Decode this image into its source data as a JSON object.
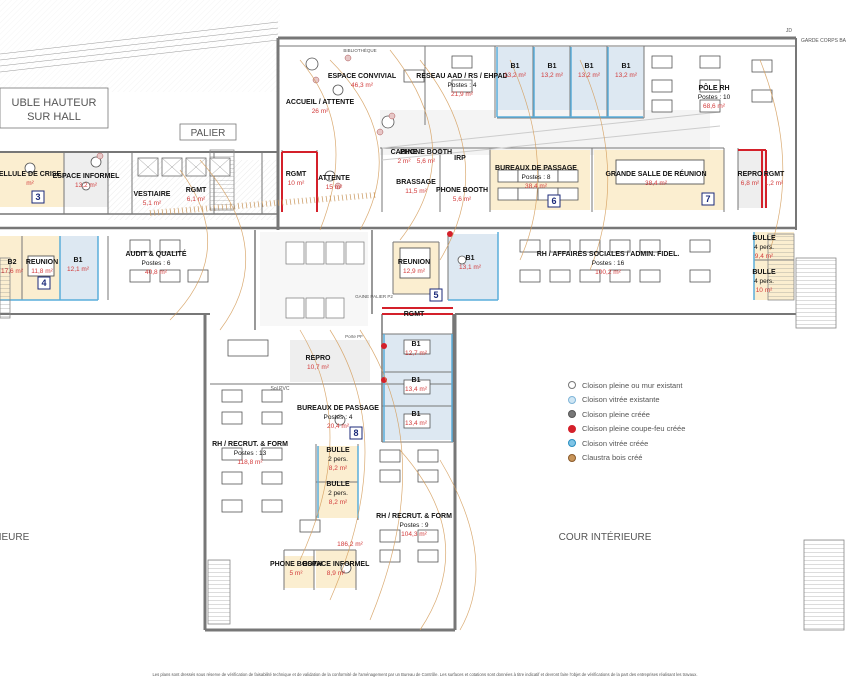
{
  "colors": {
    "room_yellow": "#fbeed0",
    "room_blue": "#dde8f2",
    "room_grey": "#eeeeee",
    "wall": "#777777",
    "glass": "#9cc6e0",
    "fire_wall": "#d4202a",
    "area_text": "#d23a3a",
    "label_text": "#111111",
    "muted_text": "#555555",
    "arc": "#d39c5a",
    "timber": "#c8955a"
  },
  "context_labels": {
    "double_height_line1": "UBLE HAUTEUR",
    "double_height_line2": "SUR HALL",
    "palier": "PALIER",
    "cour_left": "IEURE",
    "cour_right": "COUR INTÉRIEURE",
    "top_right": "JD",
    "top_right_rail": "GARDE CORPS BA",
    "bibliotheque": "BIBLIOTHÈQUE",
    "sol_pvc": "Sol PVC",
    "gaine": "GAINE PALIER P2",
    "fire_door_note": "Porte PF"
  },
  "rooms": [
    {
      "id": "espace-convivial",
      "name": "ESPACE CONVIVIAL",
      "area": "46,3 m²"
    },
    {
      "id": "accueil",
      "name": "ACCUEIL / ATTENTE",
      "area": "26 m²"
    },
    {
      "id": "reseau-aad",
      "name": "RESEAU AAD / RS / EHPAD",
      "posts": "Postes : 4",
      "area": "21,9 m²"
    },
    {
      "id": "b1-top-1",
      "name": "B1",
      "area": "13,2 m²"
    },
    {
      "id": "b1-top-2",
      "name": "B1",
      "area": "13,2 m²"
    },
    {
      "id": "b1-top-3",
      "name": "B1",
      "area": "13,2 m²"
    },
    {
      "id": "b1-top-4",
      "name": "B1",
      "area": "13,2 m²"
    },
    {
      "id": "pole-rh",
      "name": "PÔLE RH",
      "posts": "Postes : 10",
      "area": "68,6 m²"
    },
    {
      "id": "cellule-crise",
      "name": "ELLULE DE CRISE",
      "area": "m²"
    },
    {
      "id": "espace-informel-left",
      "name": "ESPACE INFORMEL",
      "area": "13,2 m²"
    },
    {
      "id": "vestiaire",
      "name": "VESTIAIRE",
      "area": "5,1 m²"
    },
    {
      "id": "rgmt-left",
      "name": "RGMT",
      "area": "6,1 m²"
    },
    {
      "id": "rgmt-center",
      "name": "RGMT",
      "area": "10 m²"
    },
    {
      "id": "attente",
      "name": "ATTENTE",
      "area": "15 m²"
    },
    {
      "id": "cabine",
      "name": "CABINE",
      "area": "2 m²"
    },
    {
      "id": "phone-booth-top",
      "name": "PHONE BOOTH",
      "area": "5,6 m²"
    },
    {
      "id": "brassage",
      "name": "BRASSAGE",
      "area": "11,5 m²"
    },
    {
      "id": "phone-booth-mid",
      "name": "PHONE BOOTH",
      "area": "5,6 m²"
    },
    {
      "id": "irp",
      "name": "IRP",
      "area": ""
    },
    {
      "id": "bureaux-passage-top",
      "name": "BUREAUX DE PASSAGE",
      "posts": "Postes : 8",
      "area": "38,4 m²"
    },
    {
      "id": "grande-salle",
      "name": "GRANDE SALLE DE RÉUNION",
      "area": "38,4 m²"
    },
    {
      "id": "repro-top",
      "name": "REPRO",
      "area": "6,8 m²"
    },
    {
      "id": "rgmt-top-right",
      "name": "RGMT",
      "area": "1,2 m²"
    },
    {
      "id": "b2-left",
      "name": "B2",
      "area": "17,6 m²"
    },
    {
      "id": "reunion-left",
      "name": "REUNION",
      "area": "11,8 m²"
    },
    {
      "id": "b1-left",
      "name": "B1",
      "area": "12,1 m²"
    },
    {
      "id": "audit-qualite",
      "name": "AUDIT & QUALITÉ",
      "posts": "Postes : 6",
      "area": "40,8 m²"
    },
    {
      "id": "reunion-center",
      "name": "REUNION",
      "area": "12,9 m²"
    },
    {
      "id": "b1-center",
      "name": "B1",
      "area": "13,1 m²"
    },
    {
      "id": "rh-affaires",
      "name": "RH / AFFAIRES SOCIALES / ADMIN. FIDEL.",
      "posts": "Postes : 16",
      "area": "100,2 m²"
    },
    {
      "id": "bulle-right-1",
      "name": "BULLE",
      "posts": "4 pers.",
      "area": "9,4 m²"
    },
    {
      "id": "bulle-right-2",
      "name": "BULLE",
      "posts": "4 pers.",
      "area": "10 m²"
    },
    {
      "id": "rgmt-spine",
      "name": "RGMT",
      "area": ""
    },
    {
      "id": "b1-spine-1",
      "name": "B1",
      "area": "12,7 m²"
    },
    {
      "id": "b1-spine-2",
      "name": "B1",
      "area": "13,4 m²"
    },
    {
      "id": "b1-spine-3",
      "name": "B1",
      "area": "13,4 m²"
    },
    {
      "id": "repro-lower",
      "name": "REPRO",
      "area": "10,7 m²"
    },
    {
      "id": "bureaux-passage-lower",
      "name": "BUREAUX DE PASSAGE",
      "posts": "Postes : 4",
      "area": "20,4 m²"
    },
    {
      "id": "rh-recrut-1",
      "name": "RH / RECRUT. & FORM",
      "posts": "Postes : 13",
      "area": "118,8 m²"
    },
    {
      "id": "bulle-lower-1",
      "name": "BULLE",
      "posts": "2 pers.",
      "area": "8,2 m²"
    },
    {
      "id": "bulle-lower-2",
      "name": "BULLE",
      "posts": "2 pers.",
      "area": "8,2 m²"
    },
    {
      "id": "rh-recrut-2",
      "name": "RH / RECRUT. & FORM",
      "posts": "Postes : 9",
      "area": "104,3 m²"
    },
    {
      "id": "big-area-lower",
      "name": "",
      "area": "186,2 m²"
    },
    {
      "id": "phone-booth-lower",
      "name": "PHONE BOOTH",
      "area": "5 m²"
    },
    {
      "id": "espace-informel-lower",
      "name": "ESPACE INFORMEL",
      "area": "8,9 m²"
    }
  ],
  "zone_numbers": [
    "3",
    "4",
    "5",
    "6",
    "7",
    "8"
  ],
  "legend": [
    {
      "label": "Cloison pleine ou mur existant",
      "fill": "#ffffff",
      "stroke": "#777777"
    },
    {
      "label": "Cloison vitrée existante",
      "fill": "#cfe6f4",
      "stroke": "#7fb5d8"
    },
    {
      "label": "Cloison pleine créée",
      "fill": "#777777",
      "stroke": "#555555"
    },
    {
      "label": "Cloison pleine coupe-feu créée",
      "fill": "#d4202a",
      "stroke": "#d4202a"
    },
    {
      "label": "Cloison vitrée créée",
      "fill": "#7fc4e6",
      "stroke": "#2a8fc0"
    },
    {
      "label": "Claustra bois créé",
      "fill": "#c8955a",
      "stroke": "#8a5a2a"
    }
  ],
  "footer_note": "Les plans sont dressés sous réserve de vérification de faisabilité technique et de validation de la conformité de l'aménagement par un Bureau de Contrôle. Les surfaces et cotations sont données à titre indicatif et devront faire l'objet de vérifications de la part des entreprises réalisant les travaux."
}
